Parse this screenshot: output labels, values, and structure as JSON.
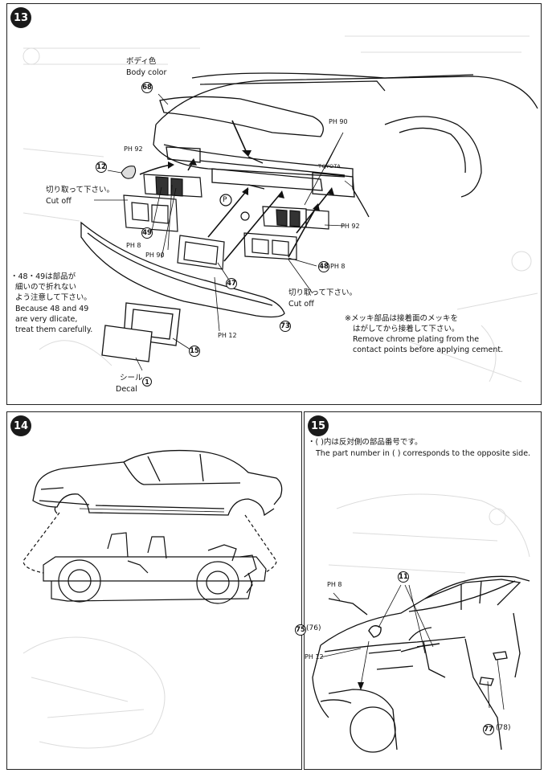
{
  "steps": {
    "s13": "13",
    "s14": "14",
    "s15": "15"
  },
  "panel13": {
    "body_color_jp": "ボディ色",
    "body_color_en": "Body color",
    "cut_off_jp": "切り取って下さい。",
    "cut_off_en": "Cut off",
    "cut_off2_jp": "切り取って下さい。",
    "cut_off2_en": "Cut off",
    "warn_jp_1": "・48・49は部品が",
    "warn_jp_2": "細いので折れない",
    "warn_jp_3": "よう注意して下さい。",
    "warn_en_1": "Because 48 and 49",
    "warn_en_2": "are very dlicate,",
    "warn_en_3": "treat them carefully.",
    "plating_jp_1": "※メッキ部品は接着面のメッキを",
    "plating_jp_2": "はがしてから接着して下さい。",
    "plating_en_1": "Remove chrome plating from the",
    "plating_en_2": "contact points before applying cement.",
    "seal_jp": "シール",
    "decal_en": "Decal",
    "parts": [
      "68",
      "12",
      "49",
      "47",
      "48",
      "73",
      "15",
      "1"
    ],
    "ph_labels": [
      "PH 90",
      "PH 92",
      "PH 8",
      "PH 90",
      "PH 92",
      "PH 8",
      "PH 12"
    ],
    "symbol_p": "P",
    "plate_text": "TOYOTA"
  },
  "panel15": {
    "note_jp": "・(   )内は反対側の部品番号です。",
    "note_en": "The part number in (   ) corresponds to the opposite side.",
    "parts": [
      "11",
      "75",
      "76",
      "77",
      "78"
    ],
    "ph_labels": [
      "PH 8",
      "PH 12"
    ]
  }
}
